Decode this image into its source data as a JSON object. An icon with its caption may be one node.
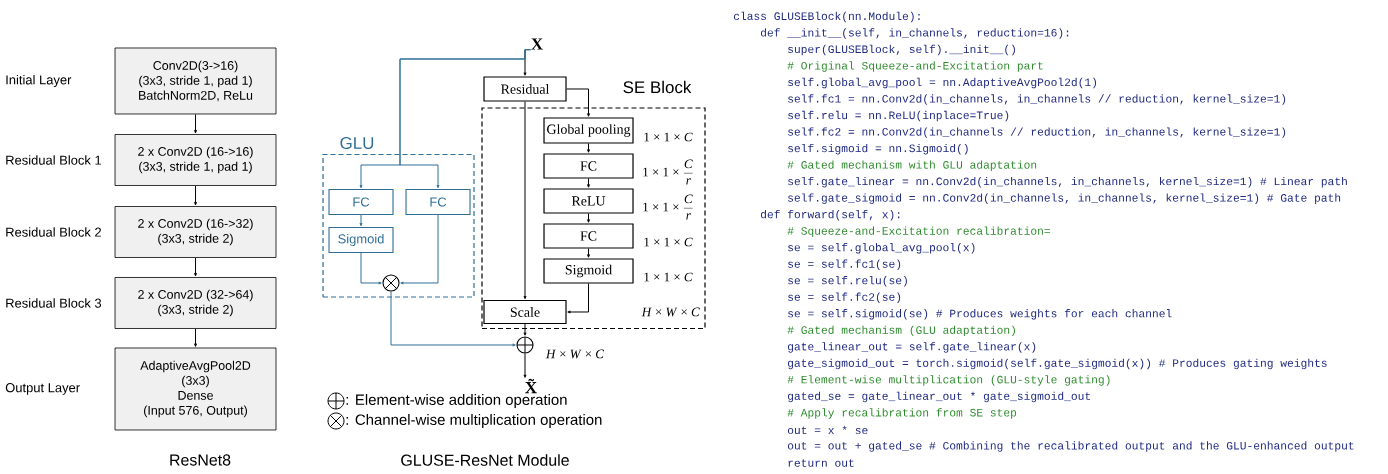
{
  "diagram": {
    "nodes": [
      {
        "text": [
          "Conv2D(3->16)",
          "(3x3, stride 1, pad 1)",
          "BatchNorm2D, ReLu"
        ],
        "beside": [
          "Initial Layer"
        ]
      },
      {
        "text": [
          "2 x Conv2D (16->16)",
          "(3x3, stride 1, pad 1)"
        ],
        "beside": [
          "Residual Block 1"
        ]
      },
      {
        "text": [
          "2 x Conv2D (16->32)",
          "(3x3, stride 2)"
        ],
        "beside": [
          "Residual Block 2"
        ]
      },
      {
        "text": [
          "2 x Conv2D (32->64)",
          "(3x3, stride 2)"
        ],
        "beside": [
          "Residual Block 3"
        ]
      },
      {
        "text": [
          "AdaptiveAvgPool2D",
          "(3x3)",
          "Dense",
          "(Input 576, Output)"
        ],
        "beside": [
          "Output Layer"
        ]
      },
      {
        "text": [
          "X"
        ]
      },
      {
        "text": [
          "Residual"
        ]
      },
      {
        "text": [
          "SE Block"
        ]
      },
      {
        "text": [
          "Global pooling"
        ],
        "in": 7,
        "beside": [
          "\\text{1 × 1 × \\textit{C}}"
        ]
      },
      {
        "text": [
          "FC"
        ],
        "in": 7,
        "beside": [
          "\\text{1 × 1 × }\\dfrac{\\textit{C}}{\\textit{r}}"
        ]
      },
      {
        "text": [
          "ReLU"
        ],
        "in": 7,
        "beside": [
          "\\text{1 × 1 × }\\dfrac{\\textit{C}}{\\textit{r}}"
        ]
      },
      {
        "text": [
          "FC"
        ],
        "in": 7,
        "beside": [
          "\\text{1 × 1 × \\textit{C}}"
        ]
      },
      {
        "text": [
          "Sigmoid"
        ],
        "in": 7,
        "beside": [
          "\\text{1 × 1 × \\textit{C}}"
        ]
      },
      {
        "text": [
          "Scale"
        ],
        "in": 7
      },
      {
        "text": [
          "GLU"
        ]
      },
      {
        "text": [
          "FC"
        ],
        "in": 14
      },
      {
        "text": [
          "FC"
        ],
        "in": 14
      },
      {
        "text": [
          "Sigmoid"
        ],
        "in": 14
      },
      {
        "text": [],
        "shape": "circle",
        "in": 14
      },
      {
        "text": [],
        "shape": "circle",
        "beside": [
          "\\text{\\textit{H} × \\textit{W} × \\textit{C}}"
        ]
      },
      {
        "text": [
          "X̃"
        ]
      }
    ],
    "edges": [
      {
        "from": 0,
        "to": 1,
        "arrow": "to"
      },
      {
        "from": 1,
        "to": 2,
        "arrow": "to"
      },
      {
        "from": 2,
        "to": 3,
        "arrow": "to"
      },
      {
        "from": 3,
        "to": 4,
        "arrow": "to"
      },
      {
        "from": 5,
        "to": 6,
        "arrow": "to"
      },
      {
        "from": 5,
        "to": 15,
        "arrow": "to",
        "color": "#2e6e96"
      },
      {
        "from": 5,
        "to": 16,
        "arrow": "to",
        "color": "#2e6e96"
      },
      {
        "from": 6,
        "to": 8,
        "arrow": "to"
      },
      {
        "from": 6,
        "to": 13,
        "arrow": "to"
      },
      {
        "from": 8,
        "to": 9,
        "arrow": "to"
      },
      {
        "from": 9,
        "to": 10,
        "arrow": "to"
      },
      {
        "from": 10,
        "to": 11,
        "arrow": "to"
      },
      {
        "from": 11,
        "to": 12,
        "arrow": "to"
      },
      {
        "from": 12,
        "to": 13,
        "arrow": "to"
      },
      {
        "from": 15,
        "to": 17,
        "arrow": "to",
        "color": "#2e6e96"
      },
      {
        "from": 17,
        "to": 18,
        "arrow": "to",
        "color": "#2e6e96"
      },
      {
        "from": 16,
        "to": 18,
        "arrow": "to",
        "color": "#2e6e96"
      },
      {
        "from": 18,
        "to": 19,
        "arrow": "to",
        "color": "#2e6e96"
      },
      {
        "from": 13,
        "to": 19,
        "arrow": "to"
      },
      {
        "from": 19,
        "to": 20,
        "arrow": "to"
      }
    ],
    "labels": [
      "ResNet8",
      "GLUSE-ResNet Module",
      "*H* × *W* × *C*",
      "class GLUSEBlock(nn.Module):",
      "def __init__(self, in_channels, reduction=16):",
      "super(GLUSEBlock, self).__init__()",
      "# Original Squeeze-and-Excitation part",
      "self.global_avg_pool = nn.AdaptiveAvgPool2d(1)",
      "self.fc1 = nn.Conv2d(in_channels, in_channels // reduction, kernel_size=1)",
      "self.relu = nn.ReLU(inplace=True)",
      "self.fc2 = nn.Conv2d(in_channels // reduction, in_channels, kernel_size=1)",
      "self.sigmoid = nn.Sigmoid()",
      "# Gated mechanism with GLU adaptation",
      "self.gate_linear = nn.Conv2d(in_channels, in_channels, kernel_size=1)  # Linear path",
      "self.gate_sigmoid = nn.Conv2d(in_channels, in_channels, kernel_size=1)  # Gate path",
      "def forward(self, x):",
      "# Squeeze-and-Excitation recalibration=",
      "se = self.global_avg_pool(x)",
      "se = self.fc1(se)",
      "se = self.relu(se)",
      "se = self.fc2(se)",
      "se = self.sigmoid(se)  # Produces weights for each channel",
      "# Gated mechanism (GLU adaptation)",
      "gate_linear_out = self.gate_linear(x)",
      "gate_sigmoid_out = torch.sigmoid(self.gate_sigmoid(x))  # Produces gating weights",
      "# Element-wise multiplication (GLU-style gating)",
      "gated_se = gate_linear_out * gate_sigmoid_out",
      "# Apply recalibration from SE step",
      "out = x * se",
      "out = out + gated_se  # Combining the recalibrated output and the GLU-enhanced output",
      "return out"
    ],
    "legend": [
      {
        "text": ": Element-wise addition operation"
      },
      {
        "text": ": Channel-wise multiplication operation"
      }
    ]
  }
}
